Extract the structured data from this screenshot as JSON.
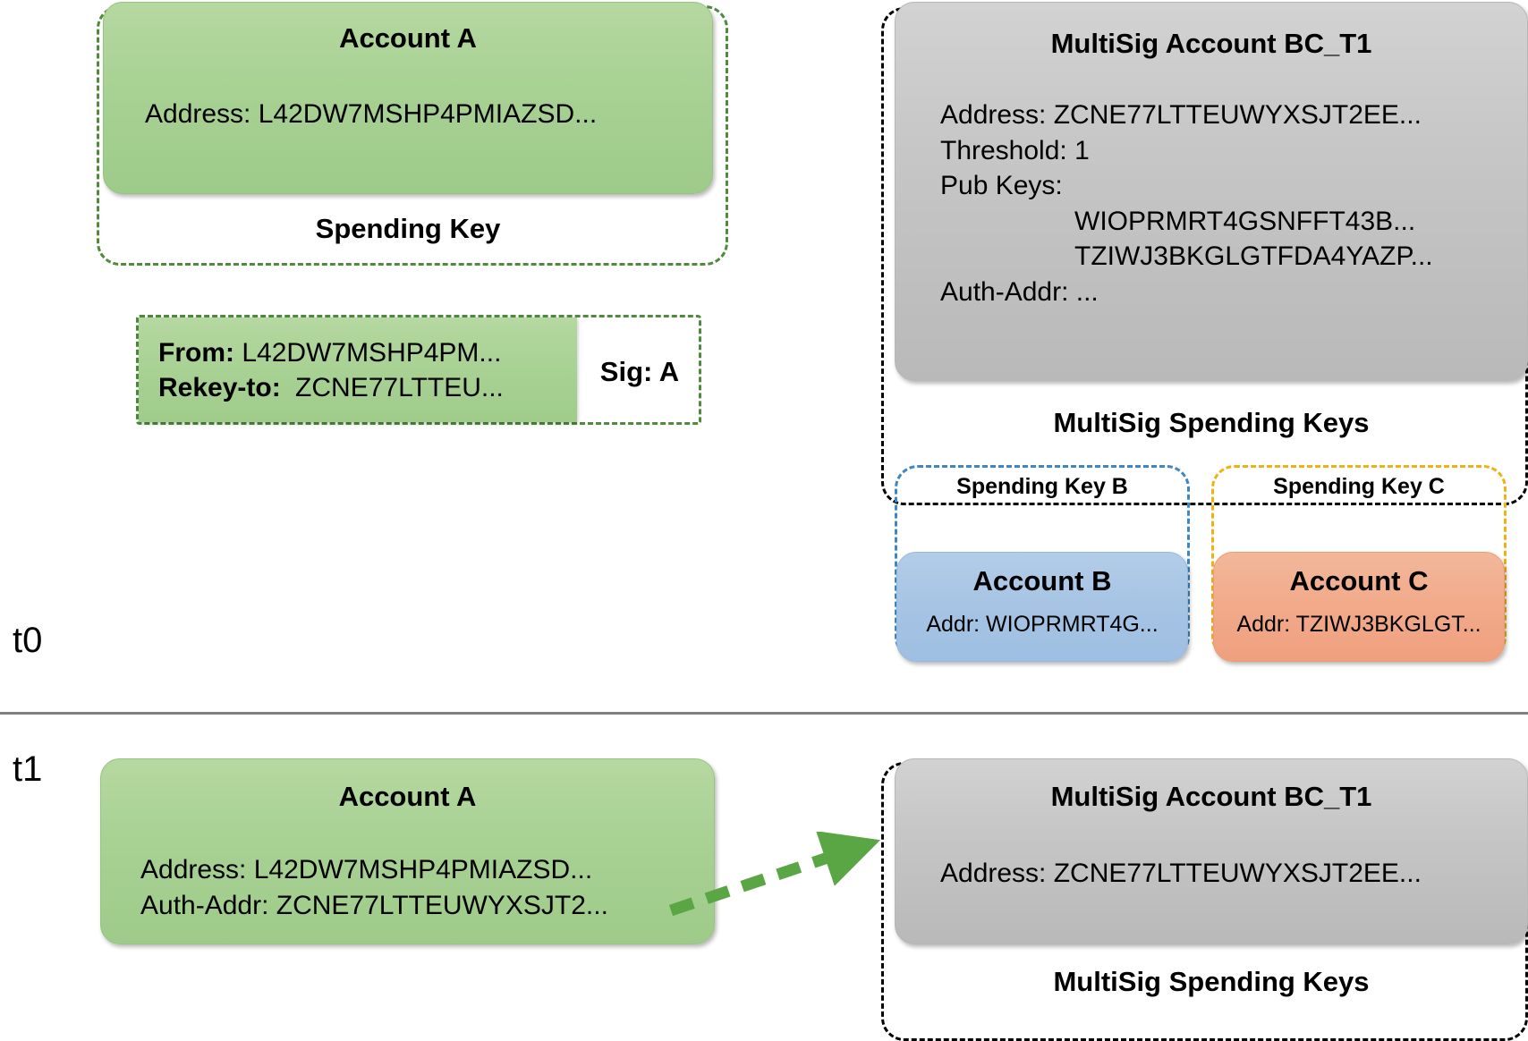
{
  "timeline": {
    "t0_label": "t0",
    "t1_label": "t1"
  },
  "t0": {
    "account_a": {
      "title": "Account A",
      "address_line": "Address: L42DW7MSHP4PMIAZSD...",
      "spending_key_label": "Spending Key"
    },
    "transaction": {
      "from_label": "From:",
      "from_value": "L42DW7MSHP4PM...",
      "rekey_label": "Rekey-to:",
      "rekey_value": "ZCNE77LTTEU...",
      "sig_label": "Sig: A"
    },
    "multisig": {
      "title": "MultiSig Account BC_T1",
      "address_line": "Address: ZCNE77LTTEUWYXSJT2EE...",
      "threshold_line": "Threshold: 1",
      "pubkeys_label": "Pub Keys:",
      "pubkeys": [
        "WIOPRMRT4GSNFFT43B...",
        "TZIWJ3BKGLGTFDA4YAZP..."
      ],
      "auth_addr_line": "Auth-Addr: ...",
      "spending_keys_label": "MultiSig Spending Keys",
      "spending_key_b_label": "Spending Key B",
      "spending_key_c_label": "Spending Key C",
      "account_b": {
        "title": "Account B",
        "address_line": "Addr: WIOPRMRT4G..."
      },
      "account_c": {
        "title": "Account C",
        "address_line": "Addr: TZIWJ3BKGLGT..."
      }
    }
  },
  "t1": {
    "account_a": {
      "title": "Account A",
      "address_line": "Address: L42DW7MSHP4PMIAZSD...",
      "auth_addr_line": "Auth-Addr: ZCNE77LTTEUWYXSJT2..."
    },
    "multisig": {
      "title": "MultiSig Account BC_T1",
      "address_line": "Address: ZCNE77LTTEUWYXSJT2EE...",
      "spending_keys_label": "MultiSig Spending Keys"
    },
    "arrow": {
      "name": "rekey-arrow",
      "color": "#5aa645"
    }
  },
  "colors": {
    "green_fill": "#a8d194",
    "green_dash": "#4f8a3d",
    "gray_fill": "#c6c6c6",
    "black_dash": "#000000",
    "blue_fill": "#a6c4e4",
    "blue_dash": "#3f87c4",
    "orange_fill": "#f1aa8a",
    "yellow_dash": "#efb213",
    "divider": "#808080",
    "arrow_green": "#5aa645"
  }
}
